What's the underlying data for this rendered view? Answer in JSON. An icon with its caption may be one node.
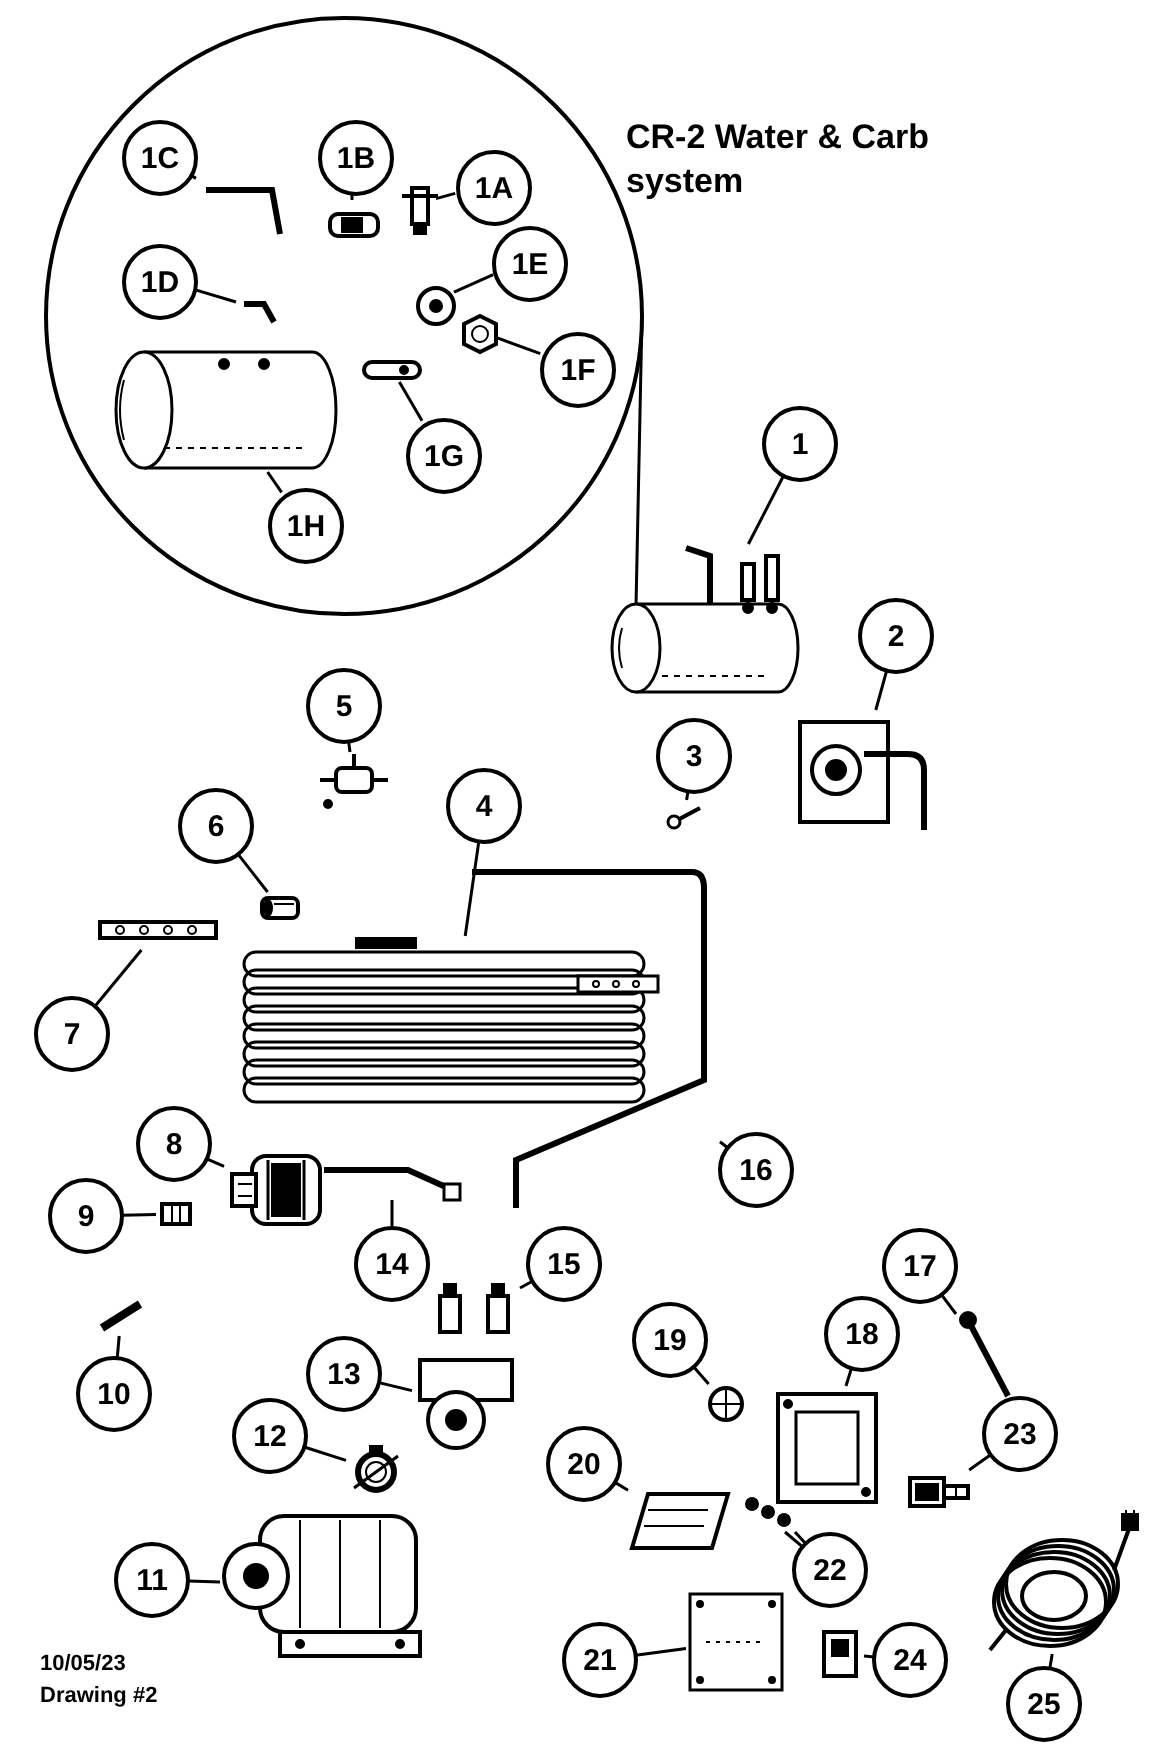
{
  "diagram": {
    "title": "CR-2 Water & Carb system",
    "nodes": [
      {
        "text": [],
        "shape": "circle"
      },
      {
        "text": [
          "1C"
        ],
        "in": 0
      },
      {
        "text": [],
        "shape": "picture",
        "in": 0
      },
      {
        "text": [
          "1B"
        ],
        "in": 0
      },
      {
        "text": [],
        "shape": "picture",
        "in": 0
      },
      {
        "text": [
          "1A"
        ],
        "in": 0
      },
      {
        "text": [],
        "shape": "picture",
        "in": 0
      },
      {
        "text": [
          "1D"
        ],
        "in": 0
      },
      {
        "text": [],
        "shape": "picture",
        "in": 0
      },
      {
        "text": [
          "1E"
        ],
        "in": 0
      },
      {
        "text": [],
        "shape": "picture",
        "in": 0
      },
      {
        "text": [
          "1F"
        ],
        "in": 0
      },
      {
        "text": [],
        "shape": "picture",
        "in": 0
      },
      {
        "text": [
          "1G"
        ],
        "in": 0
      },
      {
        "text": [],
        "shape": "picture",
        "in": 0
      },
      {
        "text": [
          "1H"
        ],
        "in": 0
      },
      {
        "text": [],
        "shape": "picture",
        "in": 0
      },
      {
        "text": [
          "1"
        ]
      },
      {
        "text": [],
        "shape": "picture"
      },
      {
        "text": [
          "2"
        ]
      },
      {
        "text": [],
        "shape": "picture"
      },
      {
        "text": [
          "5"
        ]
      },
      {
        "text": [],
        "shape": "picture"
      },
      {
        "text": [
          "3"
        ]
      },
      {
        "text": [],
        "shape": "picture"
      },
      {
        "text": [
          "6"
        ]
      },
      {
        "text": [],
        "shape": "picture"
      },
      {
        "text": [
          "4"
        ]
      },
      {
        "text": [],
        "shape": "picture"
      },
      {
        "text": [
          "7"
        ]
      },
      {
        "text": [],
        "shape": "picture"
      },
      {
        "text": [
          "16"
        ]
      },
      {
        "text": [],
        "shape": "picture"
      },
      {
        "text": [
          "8"
        ]
      },
      {
        "text": [],
        "shape": "picture"
      },
      {
        "text": [
          "9"
        ]
      },
      {
        "text": [],
        "shape": "picture"
      },
      {
        "text": [
          "14"
        ]
      },
      {
        "text": [],
        "shape": "picture"
      },
      {
        "text": [
          "15"
        ]
      },
      {
        "text": [],
        "shape": "picture"
      },
      {
        "text": [
          "17"
        ]
      },
      {
        "text": [],
        "shape": "picture"
      },
      {
        "text": [
          "10"
        ]
      },
      {
        "text": [],
        "shape": "picture"
      },
      {
        "text": [
          "13"
        ]
      },
      {
        "text": [],
        "shape": "picture"
      },
      {
        "text": [
          "19"
        ]
      },
      {
        "text": [],
        "shape": "picture"
      },
      {
        "text": [
          "18"
        ]
      },
      {
        "text": [],
        "shape": "picture"
      },
      {
        "text": [
          "12"
        ]
      },
      {
        "text": [],
        "shape": "picture"
      },
      {
        "text": [
          "23"
        ]
      },
      {
        "text": [],
        "shape": "picture"
      },
      {
        "text": [
          "20"
        ]
      },
      {
        "text": [],
        "shape": "picture"
      },
      {
        "text": [
          "22"
        ]
      },
      {
        "text": [],
        "shape": "picture"
      },
      {
        "text": [
          "11"
        ]
      },
      {
        "text": [],
        "shape": "picture"
      },
      {
        "text": [
          "21"
        ]
      },
      {
        "text": [],
        "shape": "picture"
      },
      {
        "text": [
          "24"
        ]
      },
      {
        "text": [],
        "shape": "picture"
      },
      {
        "text": [
          "25"
        ]
      },
      {
        "text": [],
        "shape": "picture"
      }
    ],
    "edges": [
      {
        "from": 1,
        "to": 2,
        "arrow": "none"
      },
      {
        "from": 3,
        "to": 4,
        "arrow": "none"
      },
      {
        "from": 5,
        "to": 6,
        "arrow": "none"
      },
      {
        "from": 7,
        "to": 8,
        "arrow": "none"
      },
      {
        "from": 9,
        "to": 10,
        "arrow": "none"
      },
      {
        "from": 11,
        "to": 12,
        "arrow": "none"
      },
      {
        "from": 13,
        "to": 14,
        "arrow": "none"
      },
      {
        "from": 15,
        "to": 16,
        "arrow": "none"
      },
      {
        "from": 0,
        "to": 18,
        "arrow": "none"
      },
      {
        "from": 17,
        "to": 18,
        "arrow": "none"
      },
      {
        "from": 19,
        "to": 20,
        "arrow": "none"
      },
      {
        "from": 21,
        "to": 22,
        "arrow": "none"
      },
      {
        "from": 23,
        "to": 24,
        "arrow": "none"
      },
      {
        "from": 25,
        "to": 26,
        "arrow": "none"
      },
      {
        "from": 27,
        "to": 28,
        "arrow": "none"
      },
      {
        "from": 29,
        "to": 30,
        "arrow": "none"
      },
      {
        "from": 31,
        "to": 32,
        "arrow": "none"
      },
      {
        "from": 33,
        "to": 34,
        "arrow": "none"
      },
      {
        "from": 35,
        "to": 36,
        "arrow": "none"
      },
      {
        "from": 37,
        "to": 38,
        "arrow": "none"
      },
      {
        "from": 39,
        "to": 40,
        "arrow": "none"
      },
      {
        "from": 41,
        "to": 42,
        "arrow": "none"
      },
      {
        "from": 43,
        "to": 44,
        "arrow": "none"
      },
      {
        "from": 45,
        "to": 46,
        "arrow": "none"
      },
      {
        "from": 47,
        "to": 48,
        "arrow": "none"
      },
      {
        "from": 49,
        "to": 50,
        "arrow": "none"
      },
      {
        "from": 51,
        "to": 52,
        "arrow": "none"
      },
      {
        "from": 53,
        "to": 54,
        "arrow": "none"
      },
      {
        "from": 55,
        "to": 56,
        "arrow": "none"
      },
      {
        "from": 57,
        "to": 58,
        "arrow": "none"
      },
      {
        "from": 57,
        "to": 58,
        "arrow": "none"
      },
      {
        "from": 59,
        "to": 60,
        "arrow": "none"
      },
      {
        "from": 61,
        "to": 62,
        "arrow": "none"
      },
      {
        "from": 63,
        "to": 64,
        "arrow": "none"
      },
      {
        "from": 65,
        "to": 66,
        "arrow": "none"
      }
    ],
    "labels": [
      "10/05/23",
      "Drawing #2"
    ]
  }
}
